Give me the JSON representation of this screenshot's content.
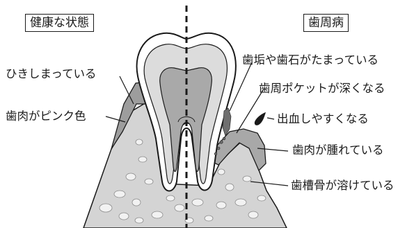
{
  "headers": {
    "healthy": "健康な状態",
    "disease": "歯周病"
  },
  "left_labels": {
    "tight": "ひきしまっている",
    "pink": "歯肉がピンク色"
  },
  "right_labels": {
    "plaque": "歯垢や歯石がたまっている",
    "pocket": "歯周ポケットが深くなる",
    "bleeding": "出血しやすくなる",
    "swelling": "歯肉が腫れている",
    "bone": "歯槽骨が溶けている"
  },
  "colors": {
    "bone": "#d4d4d4",
    "bone_spots": "#f2f2f2",
    "gum": "#9d9d9d",
    "gum_swollen": "#a8a8a8",
    "enamel": "#ffffff",
    "dentin": "#dcdcdc",
    "pulp": "#a9a9a9",
    "tartar": "#6f6f6f",
    "outline": "#1a1a1a"
  }
}
